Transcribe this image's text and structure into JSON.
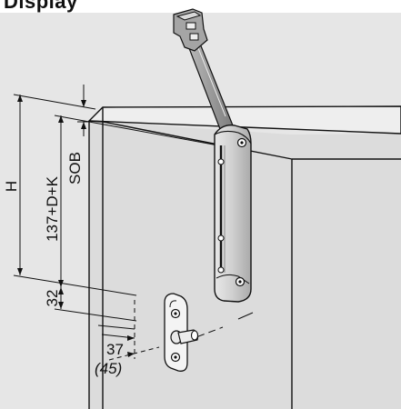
{
  "header": {
    "title": "Display"
  },
  "colors": {
    "background": "#e6e6e6",
    "panel": "#d9d9d9",
    "line": "#111111",
    "metal": "#bfbfbf"
  },
  "dimensions": {
    "h": "H",
    "gap": "137+D+K",
    "sob": "SOB",
    "offset_32": "32",
    "offset_37": "37",
    "offset_45": "(45)"
  }
}
